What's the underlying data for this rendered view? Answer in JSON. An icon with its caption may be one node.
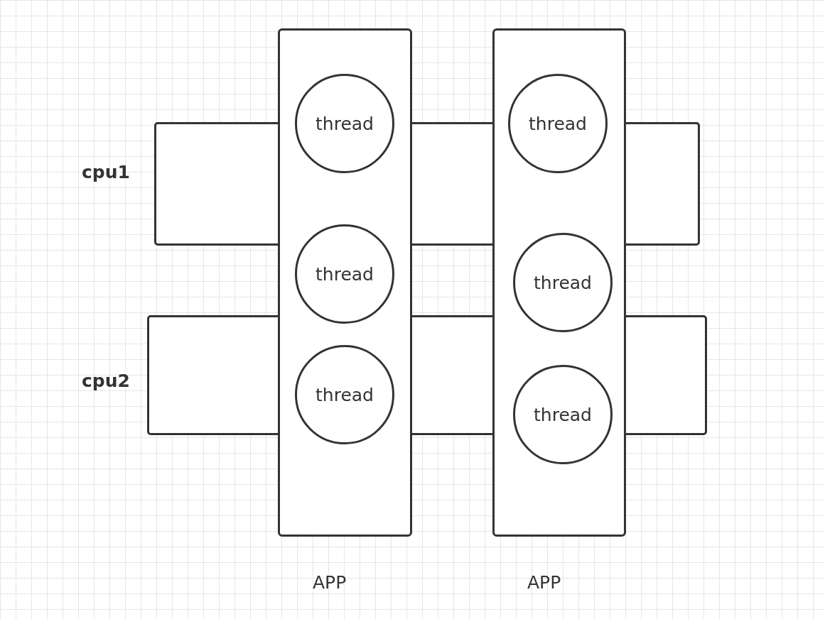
{
  "diagram": {
    "nodes": [
      {
        "text": [
          "APP"
        ]
      },
      {
        "text": [
          "thread"
        ],
        "in": 0
      },
      {
        "text": [
          "thread"
        ],
        "in": 0
      },
      {
        "text": [
          "thread"
        ],
        "in": 0
      },
      {
        "text": [
          "APP"
        ]
      },
      {
        "text": [
          "thread"
        ],
        "in": 4
      },
      {
        "text": [
          "thread"
        ],
        "in": 4
      },
      {
        "text": [
          "thread"
        ],
        "in": 4
      },
      {
        "text": [
          "cpu1"
        ]
      },
      {
        "text": [
          "cpu2"
        ]
      }
    ],
    "edges": []
  }
}
